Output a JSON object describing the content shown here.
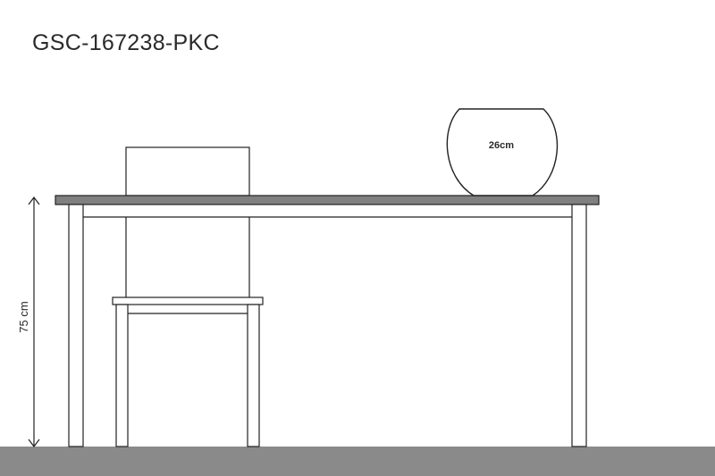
{
  "title": "GSC-167238-PKC",
  "height_dimension_label": "75 cm",
  "pot_size_label": "26cm",
  "colors": {
    "background": "#ffffff",
    "line": "#222222",
    "tabletop_fill": "#808080",
    "floor_fill": "#8a8a8a",
    "text": "#2a2a2a"
  }
}
